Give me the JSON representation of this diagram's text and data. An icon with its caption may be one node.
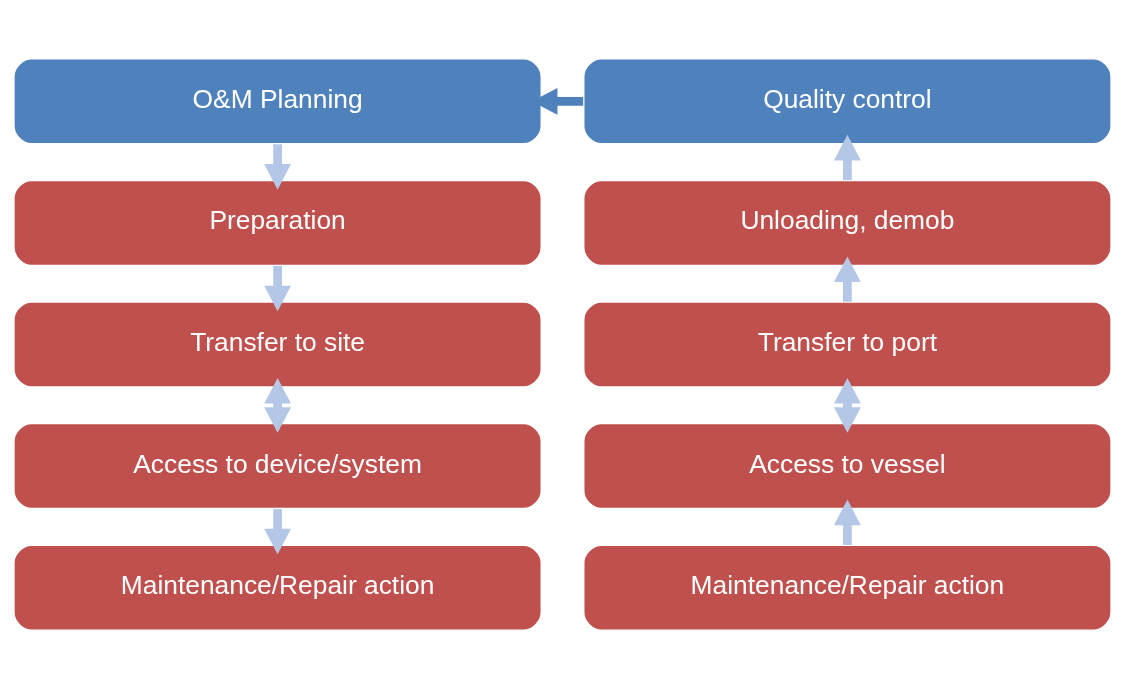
{
  "diagram": {
    "nodes": [
      {
        "text": [
          "O&M Planning"
        ]
      },
      {
        "text": [
          "Quality control"
        ]
      },
      {
        "text": [
          "Preparation"
        ]
      },
      {
        "text": [
          "Unloading, demob"
        ]
      },
      {
        "text": [
          "Transfer to site"
        ]
      },
      {
        "text": [
          "Transfer to port"
        ]
      },
      {
        "text": [
          "Access to device/system"
        ]
      },
      {
        "text": [
          "Access to vessel"
        ]
      },
      {
        "text": [
          "Maintenance/Repair action"
        ]
      },
      {
        "text": [
          "Maintenance/Repair action"
        ]
      }
    ],
    "edges": [
      {
        "from": 1,
        "to": 0,
        "arrow": "to",
        "color": "#4f81bd"
      },
      {
        "from": 0,
        "to": 2,
        "arrow": "to"
      },
      {
        "from": 2,
        "to": 4,
        "arrow": "to"
      },
      {
        "from": 4,
        "to": 6,
        "arrow": "both"
      },
      {
        "from": 6,
        "to": 8,
        "arrow": "to"
      },
      {
        "from": 9,
        "to": 7,
        "arrow": "to"
      },
      {
        "from": 7,
        "to": 5,
        "arrow": "both"
      },
      {
        "from": 5,
        "to": 3,
        "arrow": "to"
      },
      {
        "from": 3,
        "to": 1,
        "arrow": "to"
      }
    ]
  }
}
